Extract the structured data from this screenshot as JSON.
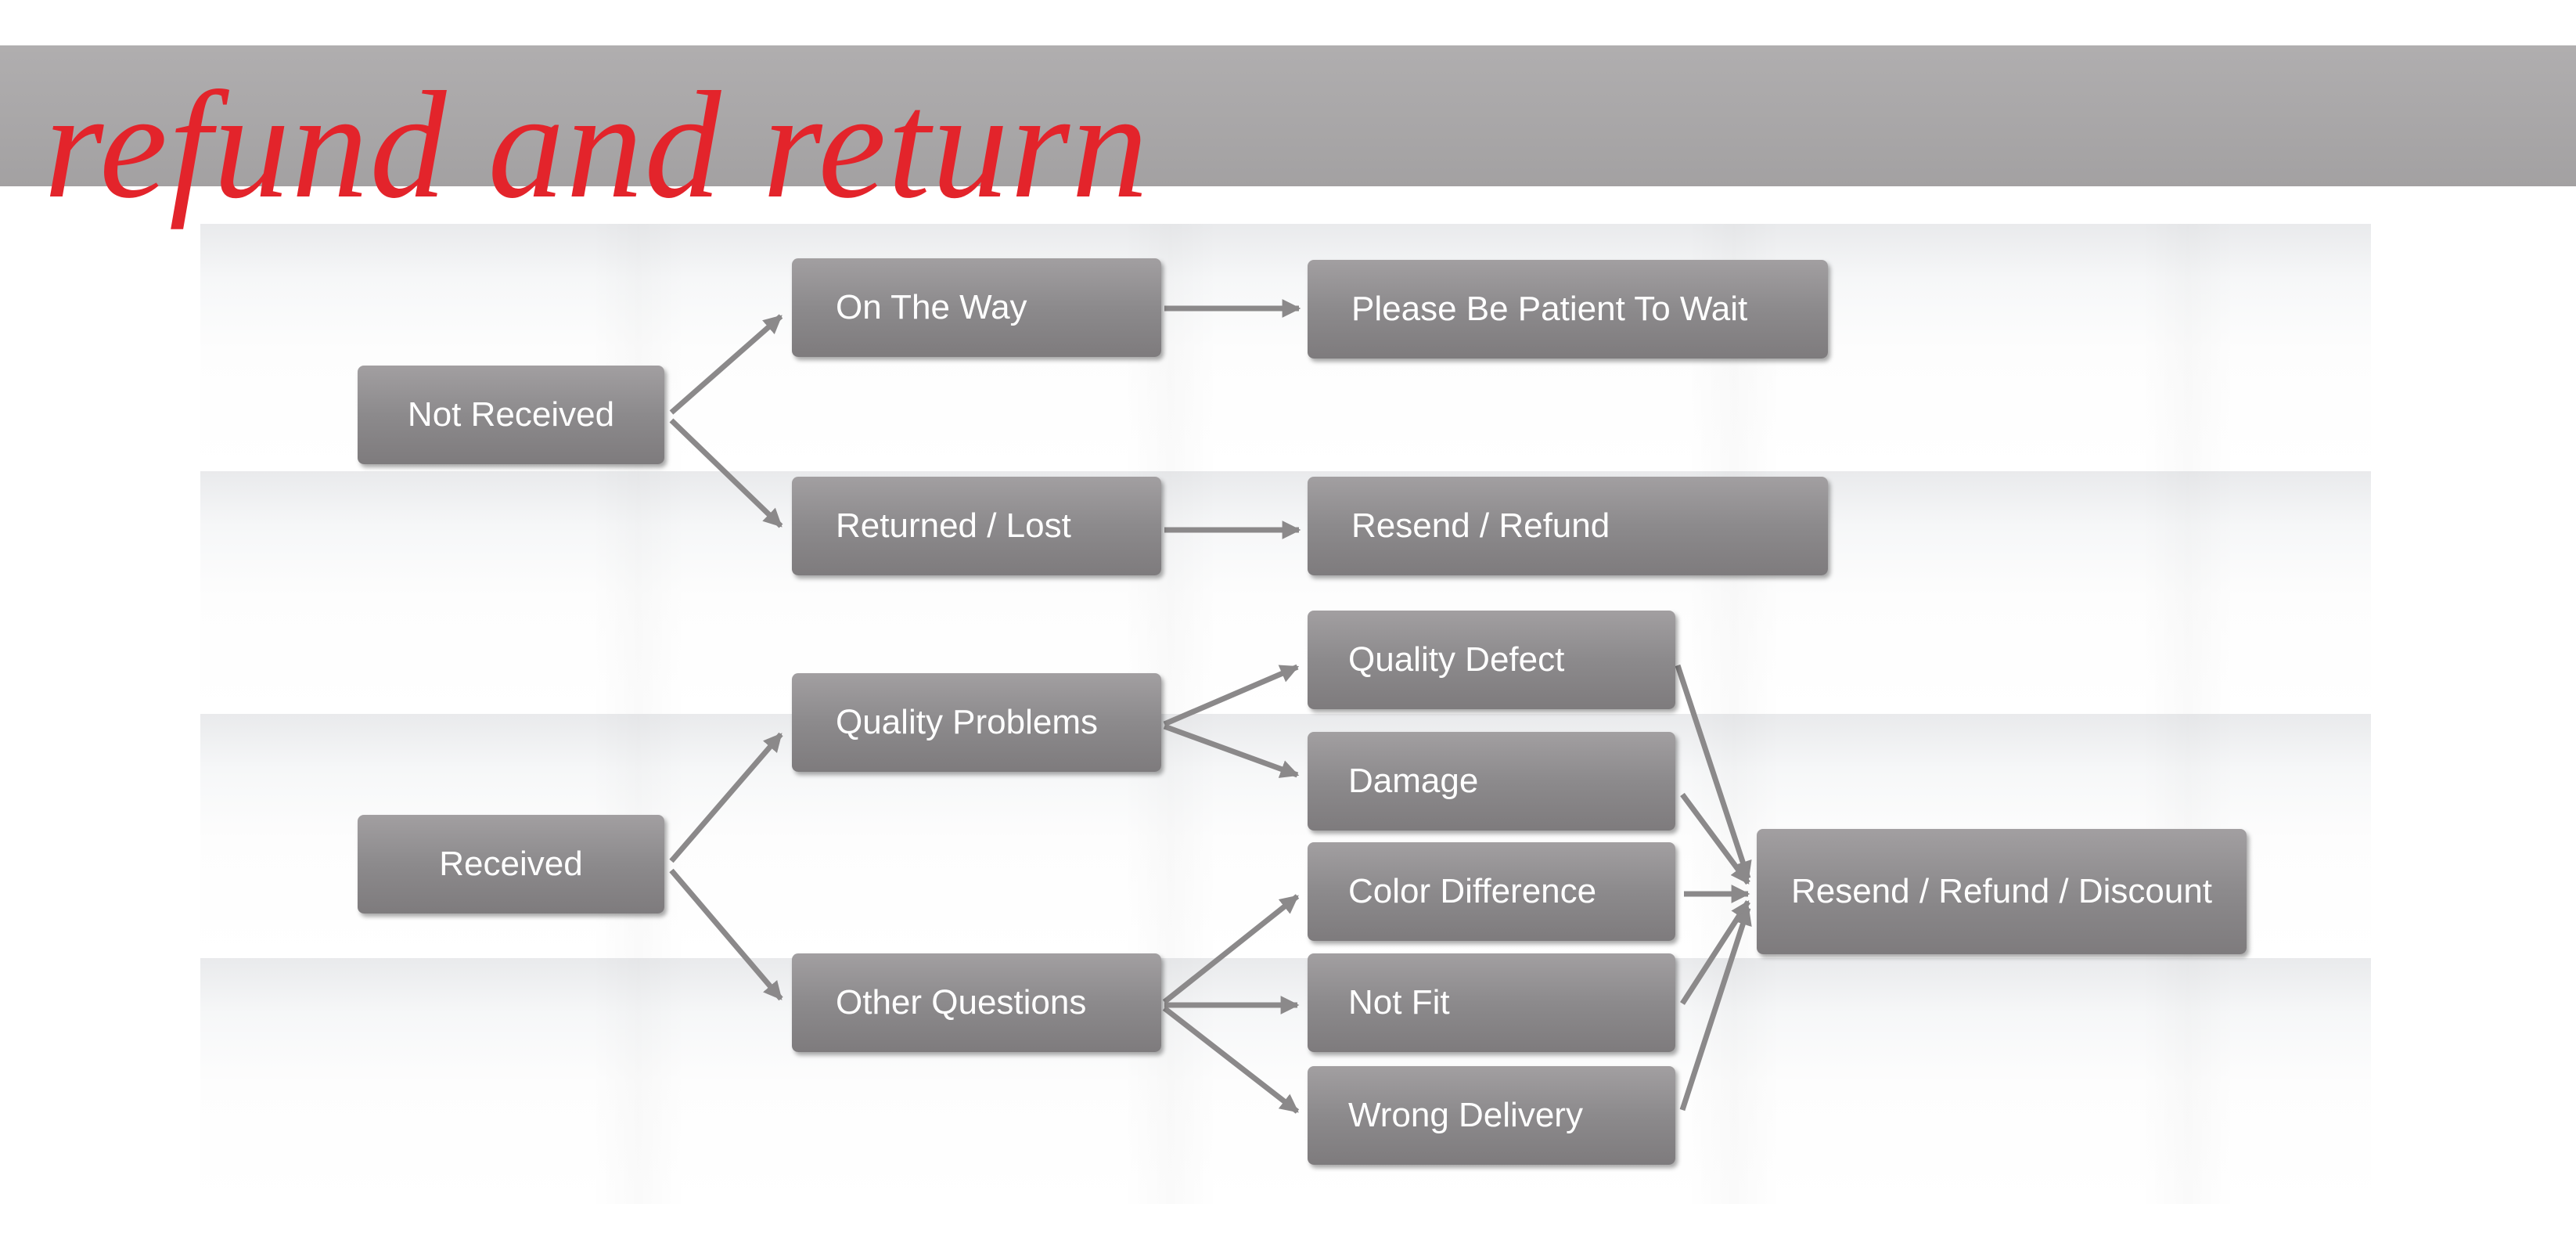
{
  "header": {
    "title": "refund and return",
    "title_color": "#e3242b",
    "background_color": "#a9a7a8"
  },
  "flowchart": {
    "node_color": "#8c8a8c",
    "nodes": {
      "not_received": "Not Received",
      "on_the_way": "On The Way",
      "please_wait": "Please Be Patient To Wait",
      "returned_lost": "Returned / Lost",
      "resend_refund": "Resend / Refund",
      "received": "Received",
      "quality_problems": "Quality Problems",
      "other_questions": "Other Questions",
      "quality_defect": "Quality Defect",
      "damage": "Damage",
      "color_difference": "Color Difference",
      "not_fit": "Not Fit",
      "wrong_delivery": "Wrong Delivery",
      "resend_refund_discount": "Resend / Refund / Discount"
    },
    "edges": [
      [
        "not_received",
        "on_the_way"
      ],
      [
        "not_received",
        "returned_lost"
      ],
      [
        "on_the_way",
        "please_wait"
      ],
      [
        "returned_lost",
        "resend_refund"
      ],
      [
        "received",
        "quality_problems"
      ],
      [
        "received",
        "other_questions"
      ],
      [
        "quality_problems",
        "quality_defect"
      ],
      [
        "quality_problems",
        "damage"
      ],
      [
        "other_questions",
        "color_difference"
      ],
      [
        "other_questions",
        "not_fit"
      ],
      [
        "other_questions",
        "wrong_delivery"
      ],
      [
        "quality_defect",
        "resend_refund_discount"
      ],
      [
        "damage",
        "resend_refund_discount"
      ],
      [
        "color_difference",
        "resend_refund_discount"
      ],
      [
        "not_fit",
        "resend_refund_discount"
      ],
      [
        "wrong_delivery",
        "resend_refund_discount"
      ]
    ]
  }
}
